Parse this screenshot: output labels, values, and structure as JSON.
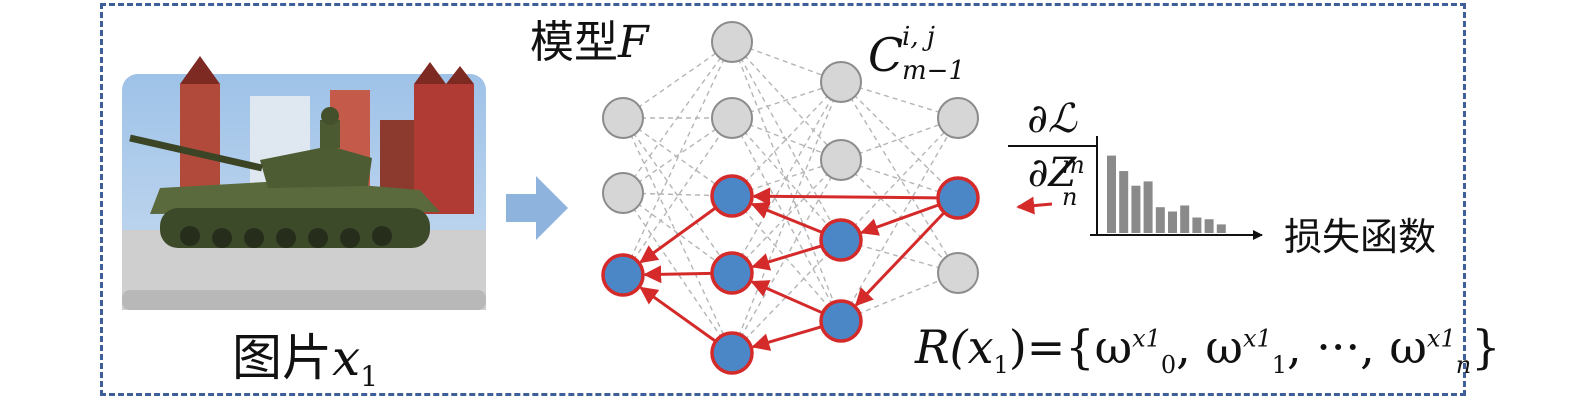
{
  "diagram": {
    "photo_label_text": "图片",
    "photo_label_var": "x",
    "photo_label_sub": "1",
    "model_label_text": "模型",
    "model_label_var": "F",
    "c_label_main": "C",
    "c_label_sup": "i, j",
    "c_label_sub": "m−1",
    "grad_numerator": "∂ℒ",
    "grad_denominator": "∂Z",
    "grad_den_sup": "m",
    "grad_den_sub": "n",
    "loss_label": "损失函数",
    "formula_R": "R",
    "formula_arg": "(x",
    "formula_arg_sub": "1",
    "formula_eq": ")={ω",
    "formula_t0_sup": "x1",
    "formula_t0_sub": "0",
    "formula_sep1": ", ω",
    "formula_t1_sup": "x1",
    "formula_t1_sub": "1",
    "formula_sep2": ", ···, ω",
    "formula_tn_sup": "x1",
    "formula_tn_sub": "n",
    "formula_close": "}"
  },
  "colors": {
    "frame": "#3f5f9a",
    "neuron_gray_fill": "#d6d6d6",
    "neuron_gray_stroke": "#8c8c8c",
    "neuron_blue_fill": "#4b86c6",
    "neuron_red_stroke": "#d42a2a",
    "arrow_red": "#d42a2a",
    "input_arrow": "#8eb4dd",
    "histogram_bar": "#8a8a8a"
  },
  "histogram": {
    "bar_values": [
      0.9,
      0.72,
      0.55,
      0.6,
      0.3,
      0.25,
      0.32,
      0.18,
      0.16,
      0.1
    ]
  },
  "icons": {
    "tank_photo": "tank-photo-icon"
  }
}
